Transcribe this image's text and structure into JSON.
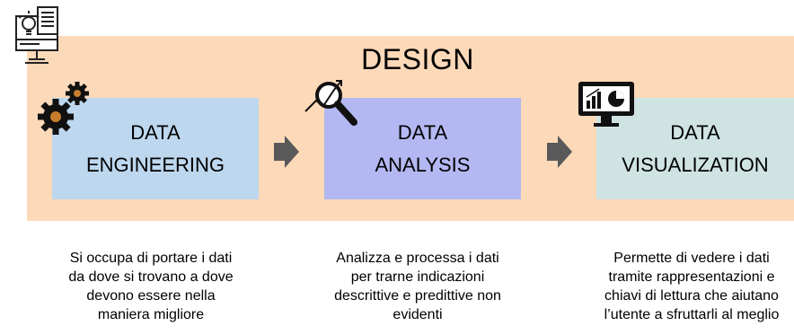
{
  "diagram": {
    "title": "DESIGN",
    "steps": [
      {
        "id": "engineering",
        "title_lines": [
          "DATA",
          "ENGINEERING"
        ],
        "icon": "gears-icon",
        "description_lines": [
          "Si occupa di portare i dati",
          "da dove si trovano a dove",
          "devono essere nella",
          "maniera migliore"
        ]
      },
      {
        "id": "analysis",
        "title_lines": [
          "DATA",
          "ANALYSIS"
        ],
        "icon": "magnifier-chart-icon",
        "description_lines": [
          "Analizza e processa i dati",
          "per trarne indicazioni",
          "descrittive e predittive non",
          "evidenti"
        ]
      },
      {
        "id": "visualization",
        "title_lines": [
          "DATA",
          "VISUALIZATION"
        ],
        "icon": "monitor-chart-icon",
        "description_lines": [
          "Permette di vedere i dati",
          "tramite rappresentazioni e",
          "chiavi di lettura che aiutano",
          "l’utente a sfruttarli al meglio"
        ]
      }
    ],
    "corner_icon": "design-idea-icon",
    "colors": {
      "band": "#fcd9b8",
      "engineering_box": "#bdd7ee",
      "analysis_box": "#b4b8f2",
      "visualization_box": "#cfe3e3",
      "arrow": "#595959"
    }
  }
}
